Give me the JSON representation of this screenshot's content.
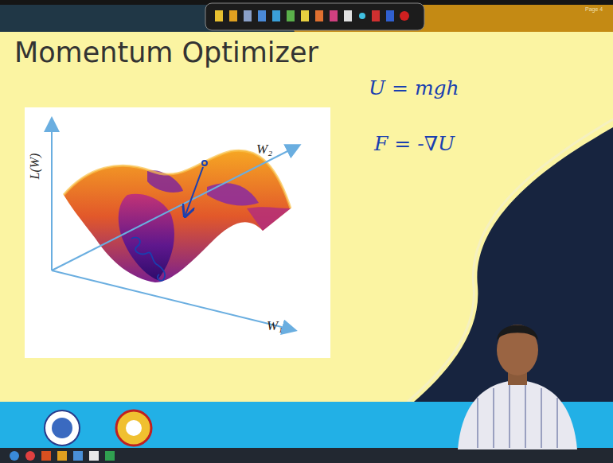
{
  "diagram": {
    "title": "Momentum Optimizer",
    "labels": [
      "Page 4",
      "L(W)",
      "W₂",
      "W₁",
      "U = mgh",
      "F = -∇U"
    ]
  }
}
